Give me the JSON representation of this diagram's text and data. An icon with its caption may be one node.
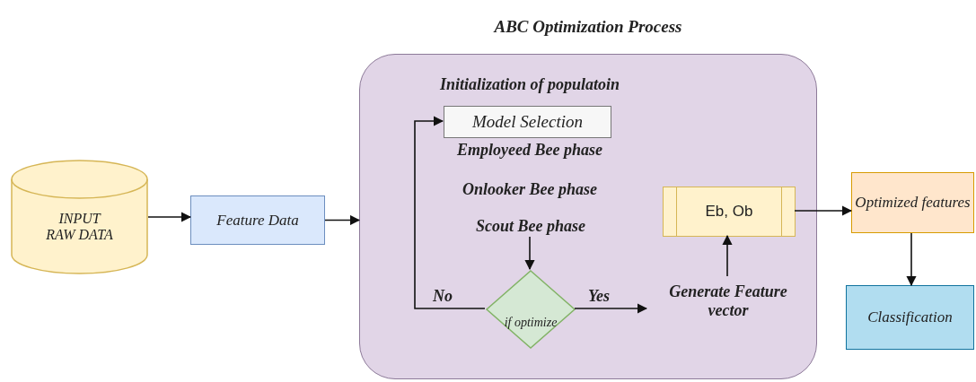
{
  "diagram": {
    "nodes": [
      {
        "text": [
          "INPUT RAW DATA"
        ]
      },
      {
        "text": [
          "Feature Data"
        ]
      },
      {
        "text": [
          "ABC Optimization Process"
        ]
      },
      {
        "text": [
          "Model Selection"
        ],
        "in": 2
      },
      {
        "text": [
          "Scout Bee phase"
        ],
        "in": 2
      },
      {
        "text": [
          "if optimize"
        ],
        "in": 2
      },
      {
        "text": [
          "Eb, Ob"
        ],
        "in": 2
      },
      {
        "text": [
          "Generate Feature vector"
        ],
        "in": 2
      },
      {
        "text": [
          "Optimized features"
        ]
      },
      {
        "text": [
          "Classification"
        ]
      }
    ],
    "edges": [
      {
        "from": 0,
        "to": 1,
        "arrow": "to"
      },
      {
        "from": 1,
        "to": 2,
        "arrow": "to"
      },
      {
        "from": 4,
        "to": 5,
        "arrow": "to"
      },
      {
        "from": 5,
        "to": 3,
        "arrow": "to",
        "label": "No"
      },
      {
        "from": 5,
        "to": 7,
        "arrow": "to",
        "label": "Yes"
      },
      {
        "from": 7,
        "to": 6,
        "arrow": "to"
      },
      {
        "from": 6,
        "to": 8,
        "arrow": "to"
      },
      {
        "from": 8,
        "to": 9,
        "arrow": "to"
      }
    ],
    "labels": [
      "Initialization of populatoin",
      "Employeed Bee phase",
      "Onlooker Bee phase"
    ]
  }
}
